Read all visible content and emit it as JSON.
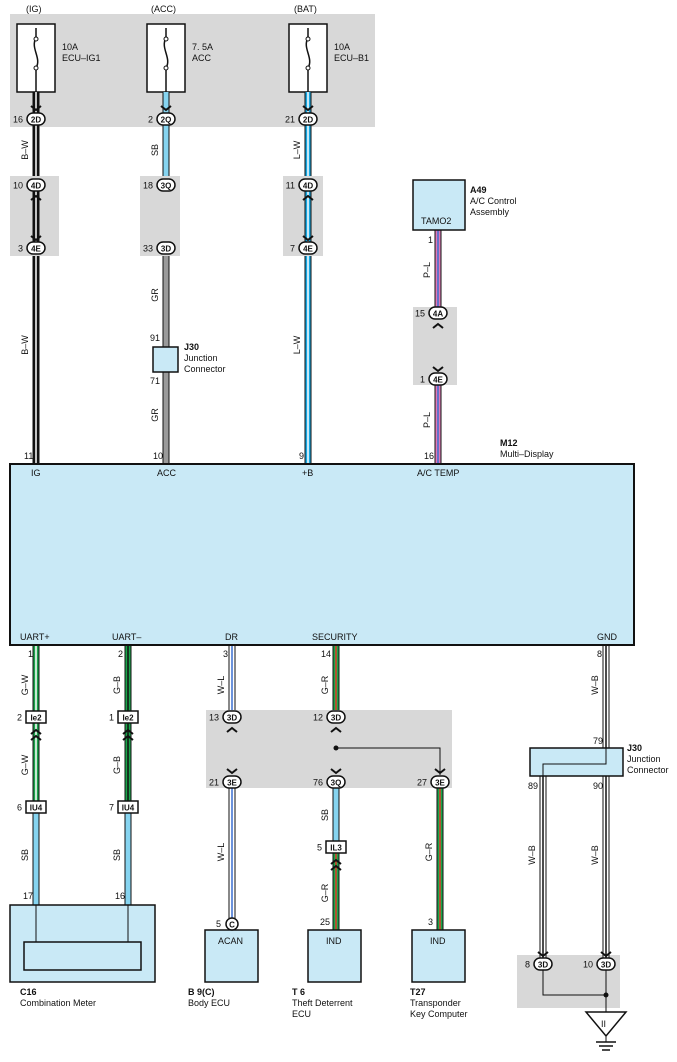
{
  "power_sources": [
    {
      "id": "ig",
      "supply": "(IG)",
      "rating": "10A",
      "fuse": "ECU–IG1",
      "conn_pin": "16",
      "conn": "2D"
    },
    {
      "id": "acc",
      "supply": "(ACC)",
      "rating": "7. 5A",
      "fuse": "ACC",
      "conn_pin": "2",
      "conn": "2Q"
    },
    {
      "id": "bat",
      "supply": "(BAT)",
      "rating": "10A",
      "fuse": "ECU–B1",
      "conn_pin": "21",
      "conn": "2D"
    }
  ],
  "wire_colors": {
    "B-W": [
      "#111111",
      "#ffffff"
    ],
    "SB": [
      "#86d4f0"
    ],
    "L-W": [
      "#17a6e0",
      "#ffffff"
    ],
    "GR": [
      "#9a9a9a"
    ],
    "P-L": [
      "#e079b8",
      "#3a6fd0"
    ],
    "G-W": [
      "#1aa34a",
      "#ffffff"
    ],
    "G-B": [
      "#1aa34a",
      "#111111"
    ],
    "W-L": [
      "#ffffff",
      "#3a6fd0"
    ],
    "G-R": [
      "#1aa34a",
      "#e03a2a"
    ],
    "W-B": [
      "#ffffff",
      "#111111"
    ]
  },
  "wire_labels": {
    "ig_1": "B–W",
    "ig_2": "B–W",
    "acc_1": "SB",
    "acc_2": "GR",
    "acc_3": "GR",
    "bat_1": "L–W",
    "bat_2": "L–W",
    "ac_1": "P–L",
    "ac_2": "P–L",
    "uartp_1": "G–W",
    "uartp_2": "G–W",
    "uartp_3": "SB",
    "uartm_1": "G–B",
    "uartm_2": "G–B",
    "uartm_3": "SB",
    "dr_1": "W–L",
    "dr_2": "W–L",
    "sec_1": "G–R",
    "sec_2": "SB",
    "sec_3": "G–R",
    "sec_4": "G–R",
    "gnd_1": "W–B",
    "gnd_2": "W–B",
    "gnd_3": "W–B"
  },
  "inline_connectors": {
    "ig_a": {
      "pin": "10",
      "conn": "4D"
    },
    "ig_b": {
      "pin": "3",
      "conn": "4E"
    },
    "acc_a": {
      "pin": "18",
      "conn": "3Q"
    },
    "acc_b": {
      "pin": "33",
      "conn": "3D"
    },
    "bat_a": {
      "pin": "11",
      "conn": "4D"
    },
    "bat_b": {
      "pin": "7",
      "conn": "4E"
    },
    "ac_a": {
      "pin": "15",
      "conn": "4A"
    },
    "ac_b": {
      "pin": "1",
      "conn": "4E"
    },
    "uartp_a": {
      "pin": "2",
      "conn": "Ie2"
    },
    "uartp_b": {
      "pin": "6",
      "conn": "IU4"
    },
    "uartm_a": {
      "pin": "1",
      "conn": "Ie2"
    },
    "uartm_b": {
      "pin": "7",
      "conn": "IU4"
    },
    "dr_a": {
      "pin": "13",
      "conn": "3D"
    },
    "dr_b": {
      "pin": "21",
      "conn": "3E"
    },
    "sec_a": {
      "pin": "12",
      "conn": "3D"
    },
    "sec_b": {
      "pin": "76",
      "conn": "3Q"
    },
    "sec_c": {
      "pin": "27",
      "conn": "3E"
    },
    "sec_d": {
      "pin": "5",
      "conn": "IL3"
    },
    "gnd_a": {
      "pin": "8",
      "conn": "3D"
    },
    "gnd_b": {
      "pin": "10",
      "conn": "3D"
    }
  },
  "a49": {
    "code": "A49",
    "name_line1": "A/C Control",
    "name_line2": "Assembly",
    "terminal": "TAMO2",
    "pin": "1"
  },
  "j30_top": {
    "code": "J30",
    "name_line1": "Junction",
    "name_line2": "Connector",
    "pin_in": "91",
    "pin_out": "71"
  },
  "j30_bottom": {
    "code": "J30",
    "name_line1": "Junction",
    "name_line2": "Connector",
    "pin_in": "79",
    "pin_left": "89",
    "pin_right": "90"
  },
  "m12": {
    "code": "M12",
    "name": "Multi–Display",
    "top_terminals": [
      {
        "pin": "11",
        "label": "IG"
      },
      {
        "pin": "10",
        "label": "ACC"
      },
      {
        "pin": "9",
        "label": "+B"
      },
      {
        "pin": "16",
        "label": "A/C TEMP"
      }
    ],
    "bottom_terminals": [
      {
        "pin": "1",
        "label": "UART+"
      },
      {
        "pin": "2",
        "label": "UART–"
      },
      {
        "pin": "3",
        "label": "DR"
      },
      {
        "pin": "14",
        "label": "SECURITY"
      },
      {
        "pin": "8",
        "label": "GND"
      }
    ]
  },
  "c16": {
    "code": "C16",
    "name": "Combination Meter",
    "pin_left": "17",
    "pin_right": "16"
  },
  "b9": {
    "code": "B 9(C)",
    "name": "Body ECU",
    "terminal": "ACAN",
    "pin": "5",
    "conn": "C"
  },
  "t6": {
    "code": "T 6",
    "name_line1": "Theft Deterrent",
    "name_line2": "ECU",
    "terminal": "IND",
    "pin": "25"
  },
  "t27": {
    "code": "T27",
    "name_line1": "Transponder",
    "name_line2": "Key Computer",
    "terminal": "IND",
    "pin": "3"
  },
  "ground": {
    "symbol": "II"
  }
}
